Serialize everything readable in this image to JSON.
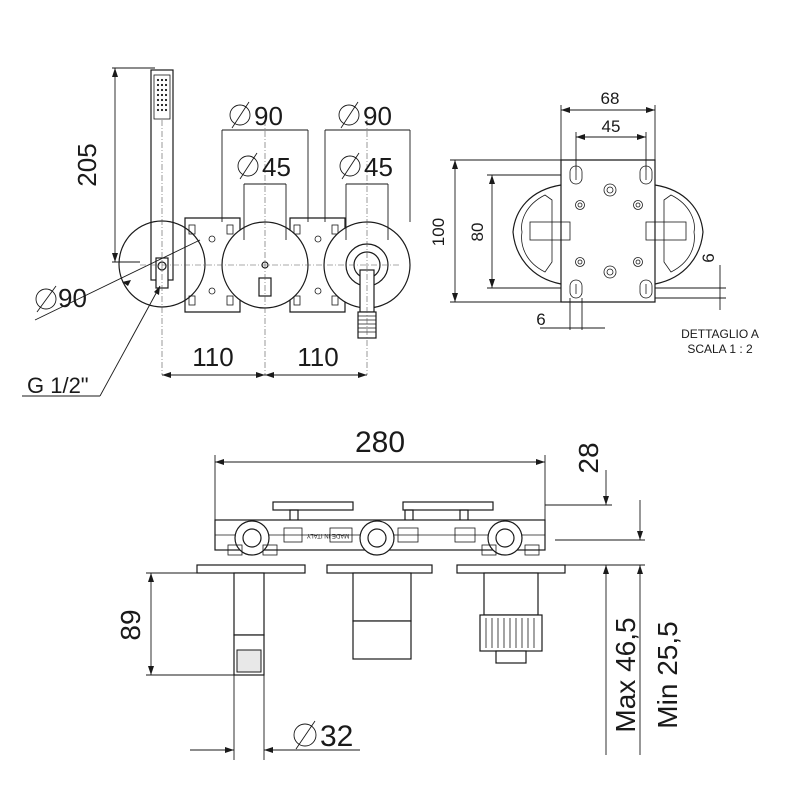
{
  "labels": {
    "hand_shower_height": "205",
    "diam_90_left": "90",
    "diam_90_mid": "90",
    "diam_90_right": "90",
    "diam_45_mid": "45",
    "diam_45_right": "45",
    "spacing_1": "110",
    "spacing_2": "110",
    "thread": "G 1/2\"",
    "detail_width_outer": "68",
    "detail_width_inner": "45",
    "detail_height_outer": "100",
    "detail_height_inner": "80",
    "detail_slot_h": "6",
    "detail_slot_v": "6",
    "detail_title": "DETTAGLIO A",
    "detail_scale": "SCALA 1 : 2",
    "overall_width": "280",
    "depth_top": "28",
    "projection": "89",
    "diam_32": "32",
    "max_depth": "Max 46,5",
    "min_depth": "Min 25,5",
    "bracket_text": "MADE IN ITALY"
  }
}
